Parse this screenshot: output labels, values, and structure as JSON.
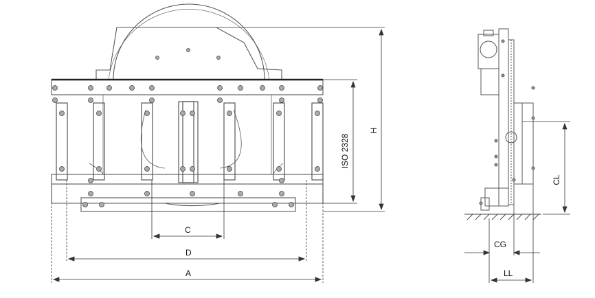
{
  "front_view": {
    "dims": {
      "A": "A",
      "D": "D",
      "C": "C",
      "H": "H",
      "iso": "ISO 2328"
    }
  },
  "side_view": {
    "dims": {
      "CL": "CL",
      "CG": "CG",
      "LL": "LL"
    }
  },
  "colors": {
    "line": "#555555",
    "dim": "#333333",
    "fill": "#eeeeee"
  }
}
